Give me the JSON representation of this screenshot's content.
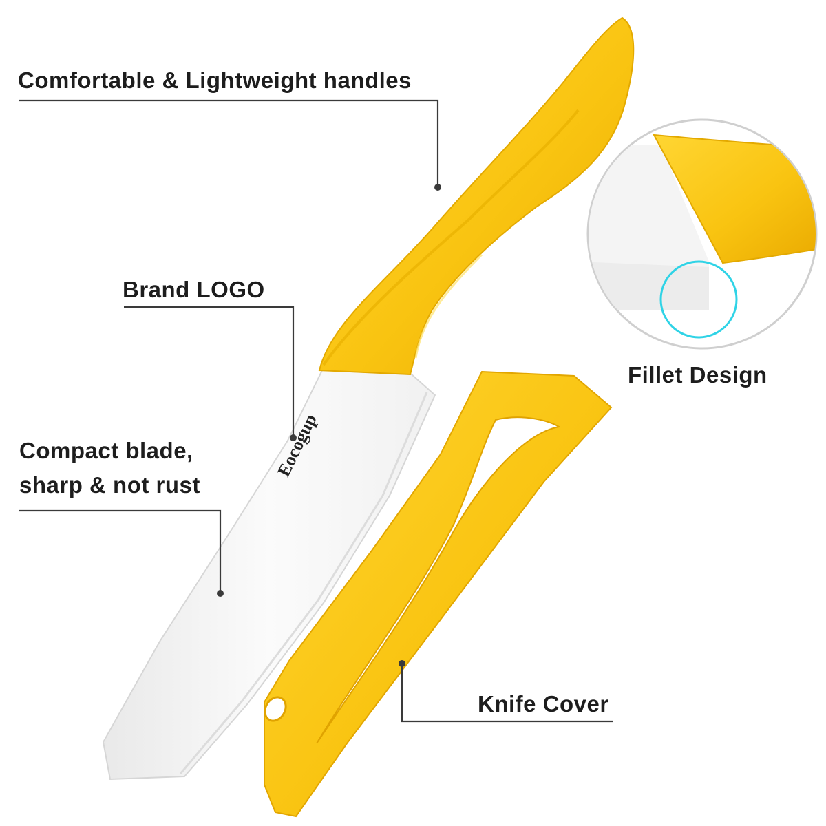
{
  "labels": {
    "handles": "Comfortable & Lightweight handles",
    "logo": "Brand LOGO",
    "blade_line1": "Compact blade,",
    "blade_line2": "sharp & not rust",
    "fillet": "Fillet Design",
    "cover": "Knife Cover"
  },
  "brand": "Eocogup",
  "colors": {
    "handle_yellow": "#f9c411",
    "handle_shadow": "#e6a700",
    "blade_white": "#f7f7f7",
    "leader_gray": "#3a3a3a",
    "highlight_cyan": "#2fd3e6"
  }
}
